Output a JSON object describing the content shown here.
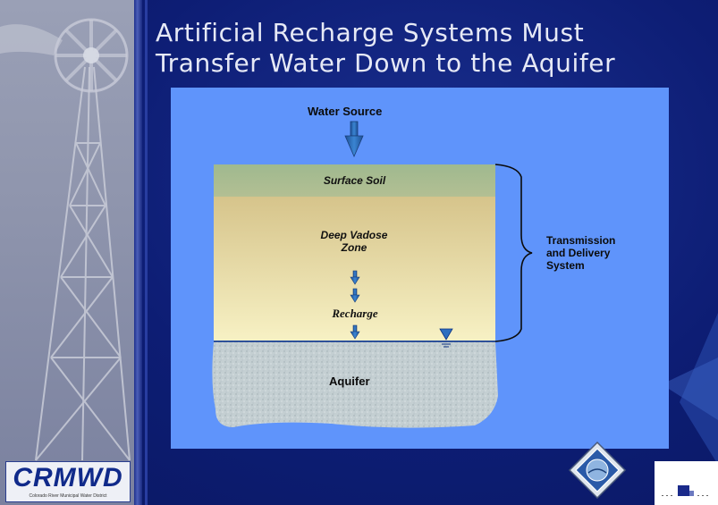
{
  "title": {
    "line1": "Artificial Recharge Systems Must",
    "line2": "Transfer Water Down to the Aquifer"
  },
  "diagram": {
    "water_source": "Water Source",
    "surface_soil": "Surface Soil",
    "vadose_line1": "Deep Vadose",
    "vadose_line2": "Zone",
    "recharge": "Recharge",
    "aquifer": "Aquifer",
    "transmission_line1": "Transmission",
    "transmission_line2": "and Delivery",
    "transmission_line3": "System"
  },
  "logo": {
    "crmwd": "CRMWD",
    "subtitle": "Colorado River Municipal Water District"
  },
  "colors": {
    "background": "#0d1d74",
    "diagram_bg": "#5f94fb",
    "surface_soil": "#a6bc92",
    "vadose_top": "#dcc98e",
    "vadose_bottom": "#f6f0c2",
    "aquifer": "#c2cdd0",
    "arrow": "#2a6fb8"
  }
}
